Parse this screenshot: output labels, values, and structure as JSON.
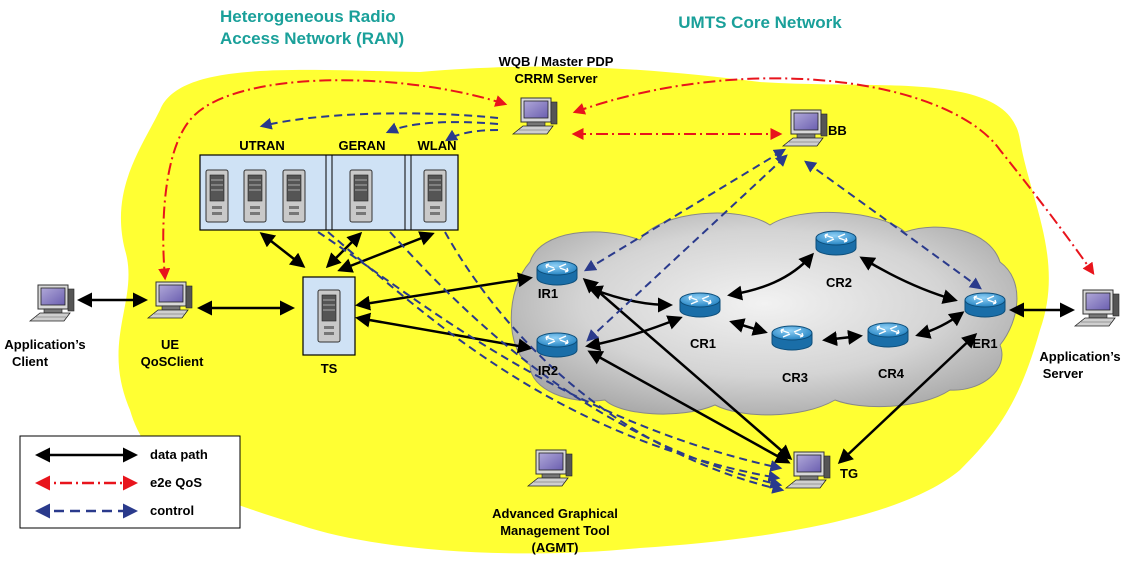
{
  "titles": {
    "ran_line1": "Heterogeneous Radio",
    "ran_line2": "Access Network (RAN)",
    "core": "UMTS Core Network"
  },
  "nodes": {
    "wqb_line1": "WQB / Master PDP",
    "wqb_line2": "CRRM Server",
    "bb": "BB",
    "utran": "UTRAN",
    "geran": "GERAN",
    "wlan": "WLAN",
    "ts": "TS",
    "ue_line1": "UE",
    "ue_line2": "QoSClient",
    "app_client_line1": "Application’s",
    "app_client_line2": "Client",
    "app_server_line1": "Application’s",
    "app_server_line2": "Server",
    "ir1": "IR1",
    "ir2": "IR2",
    "cr1": "CR1",
    "cr2": "CR2",
    "cr3": "CR3",
    "cr4": "CR4",
    "er1": "ER1",
    "tg": "TG",
    "agmt_line1": "Advanced Graphical",
    "agmt_line2": "Management Tool",
    "agmt_line3": "(AGMT)"
  },
  "legend": {
    "data_path": "data path",
    "e2e_qos": "e2e QoS",
    "control": "control"
  },
  "colors": {
    "cloud_yellow": "#ffff33",
    "core_gray": "#c8c8c8",
    "title_teal": "#1aa09a",
    "data": "#000000",
    "qos": "#e8141c",
    "control": "#2a3a8c",
    "router": "#1e8fd0"
  }
}
